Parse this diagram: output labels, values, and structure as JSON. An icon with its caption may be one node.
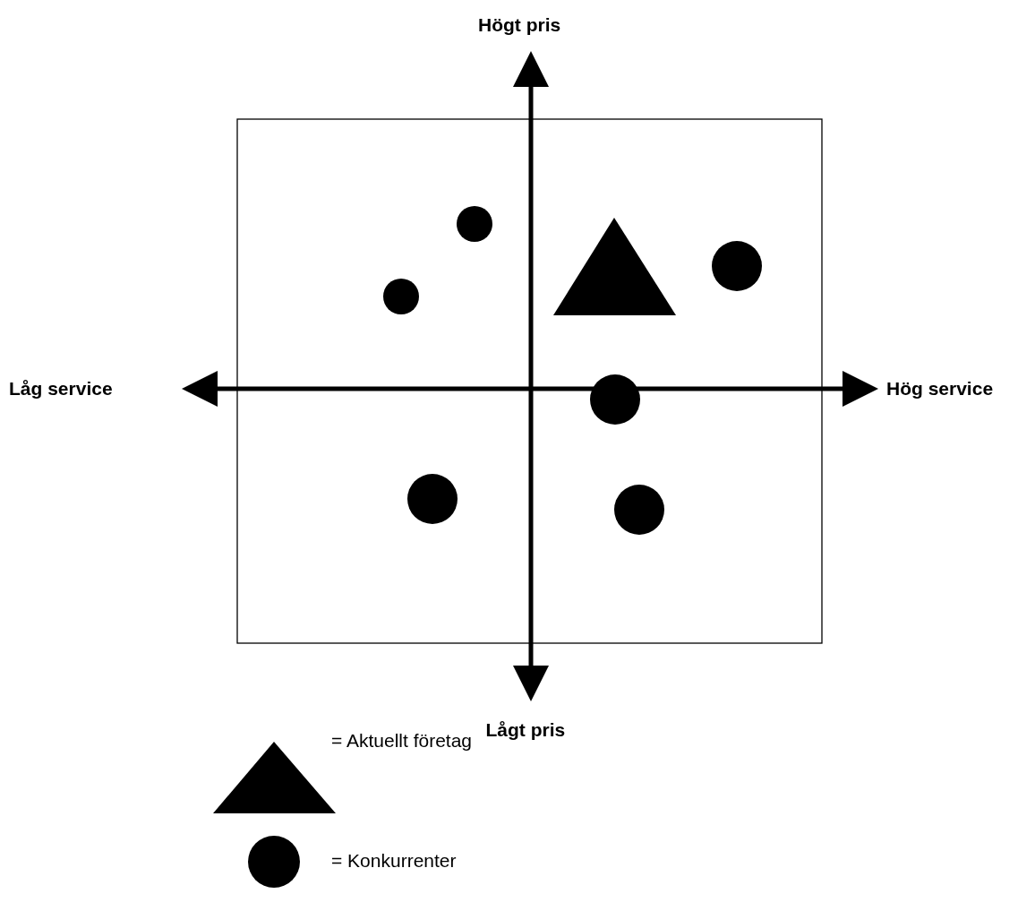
{
  "diagram": {
    "nodes": [
      {
        "text": [],
        "shape": "circle"
      },
      {
        "text": [],
        "shape": "triangle"
      },
      {
        "text": [],
        "shape": "circle"
      },
      {
        "text": [],
        "shape": "circle"
      },
      {
        "text": [],
        "shape": "circle"
      },
      {
        "text": [],
        "shape": "circle"
      },
      {
        "text": [],
        "shape": "circle"
      }
    ],
    "labels": [
      "Högt pris",
      "Låg service",
      "Hög service",
      "Lågt pris"
    ],
    "legend": [
      {
        "text": "= Aktuellt företag"
      },
      {
        "text": "= Konkurrenter"
      }
    ]
  }
}
